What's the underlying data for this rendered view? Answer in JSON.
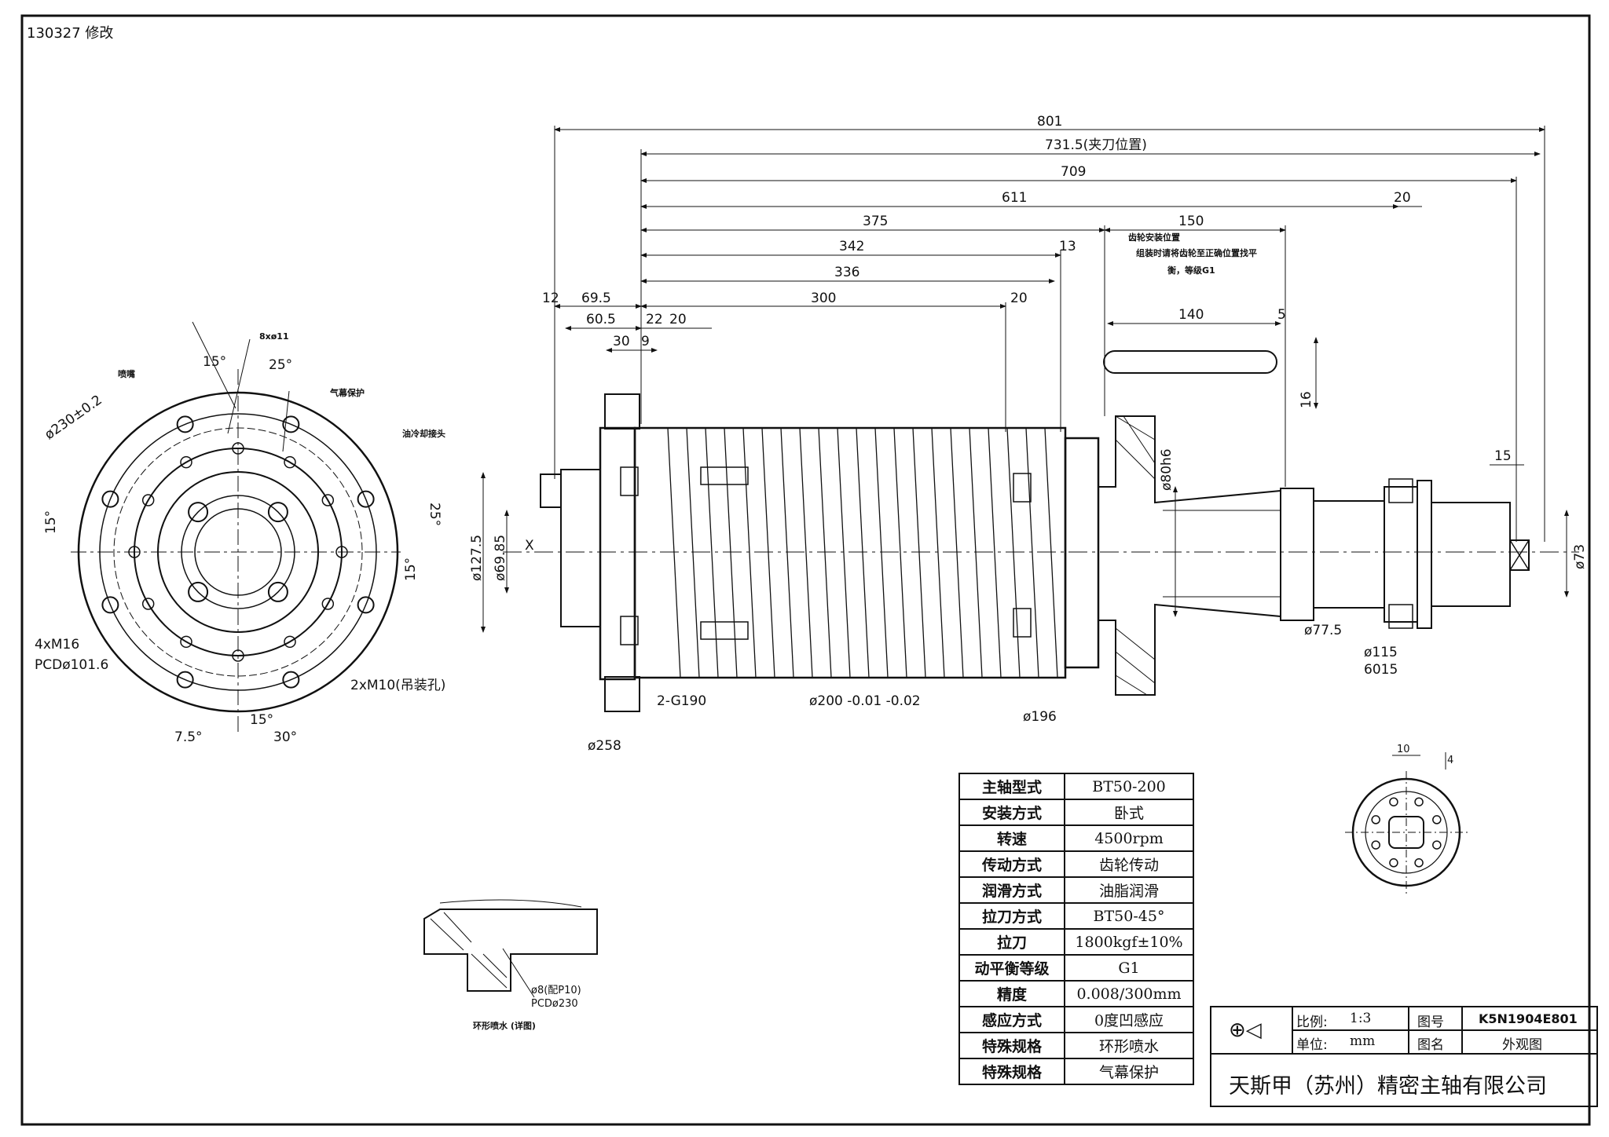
{
  "revision_note": "130327  修改",
  "dimensions": {
    "top": [
      "801",
      "731.5(夹刀位置)",
      "709",
      "611",
      "20",
      "375",
      "150",
      "342",
      "13",
      "336",
      "12",
      "69.5",
      "300",
      "20",
      "60.5",
      "22",
      "20",
      "30",
      "9",
      "140",
      "5",
      "16",
      "15"
    ],
    "side": [
      "ø127.5",
      "ø69.85",
      "X",
      "ø80h6",
      "ø73"
    ],
    "bottom": [
      "ø258",
      "2-G190",
      "ø200 -0.01 -0.02",
      "ø196",
      "ø77.5",
      "ø115",
      "6015"
    ]
  },
  "notes": {
    "gear_mount": [
      "齿轮安装位置",
      "组装时请将齿轮至正确位置找平",
      "衡，等级G1"
    ]
  },
  "front_view": {
    "labels": [
      "8xø11",
      "喷嘴",
      "ø230±0.2",
      "15°",
      "25°",
      "气幕保护",
      "油冷却接头",
      "25°",
      "15°",
      "15°",
      "4xM16",
      "PCDø101.6",
      "2xM10(吊装孔)",
      "7.5°",
      "15°",
      "30°"
    ]
  },
  "section_detail": {
    "labels": [
      "ø8(配P10)",
      "PCDø230",
      "环形喷水 (详图)"
    ]
  },
  "end_detail": {
    "labels": [
      "10",
      "4"
    ]
  },
  "spec_table": [
    {
      "key": "主轴型式",
      "value": "BT50-200"
    },
    {
      "key": "安装方式",
      "value": "卧式"
    },
    {
      "key": "转速",
      "value": "4500rpm"
    },
    {
      "key": "传动方式",
      "value": "齿轮传动"
    },
    {
      "key": "润滑方式",
      "value": "油脂润滑"
    },
    {
      "key": "拉刀方式",
      "value": "BT50-45°"
    },
    {
      "key": "拉刀",
      "value": "1800kgf±10%"
    },
    {
      "key": "动平衡等级",
      "value": "G1"
    },
    {
      "key": "精度",
      "value": "0.008/300mm"
    },
    {
      "key": "感应方式",
      "value": "0度凹感应"
    },
    {
      "key": "特殊规格",
      "value": "环形喷水"
    },
    {
      "key": "特殊规格",
      "value": "气幕保护"
    }
  ],
  "title_block": {
    "scale_label": "比例:",
    "scale_value": "1:3",
    "unit_label": "单位:",
    "unit_value": "mm",
    "drawing_no_label": "图号",
    "drawing_no": "K5N1904E801",
    "drawing_name_label": "图名",
    "drawing_name": "外观图",
    "company": "天斯甲（苏州）精密主轴有限公司"
  }
}
